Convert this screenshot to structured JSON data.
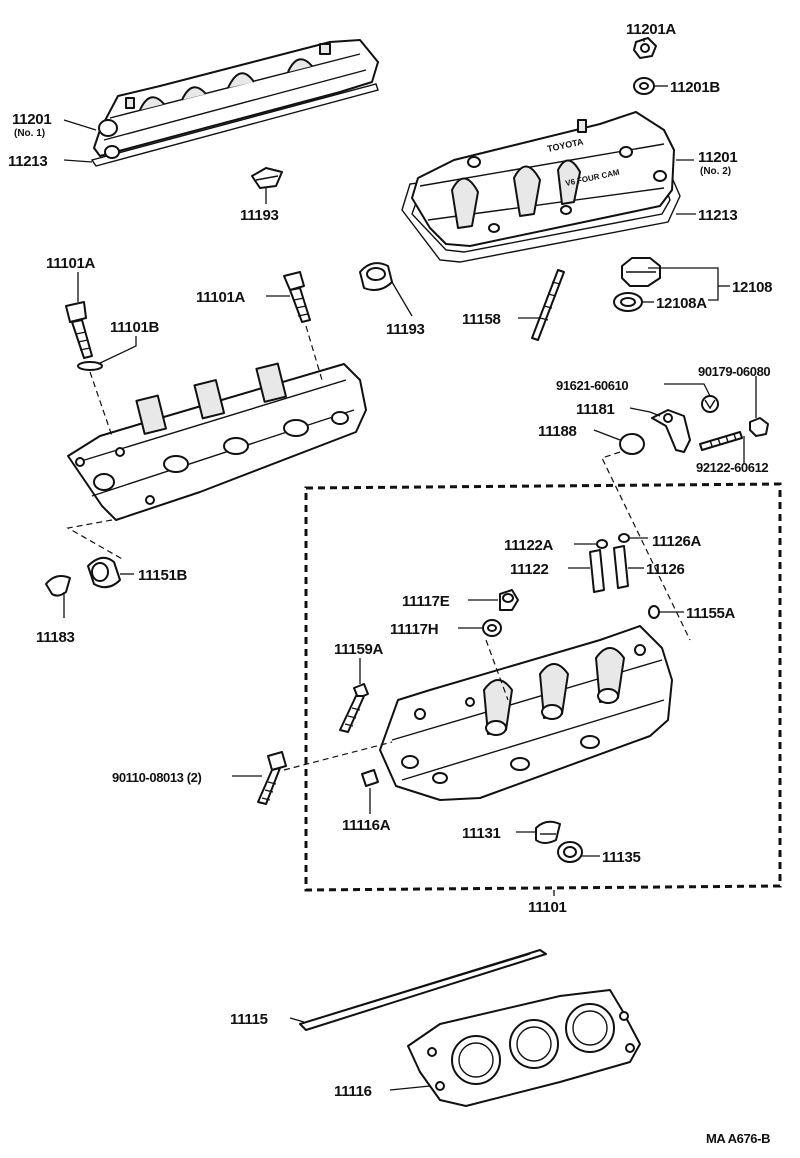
{
  "diagram": {
    "reference_code": "MA A676-B",
    "labels": {
      "p11201A": "11201A",
      "p11201B": "11201B",
      "p11201_no1": "11201",
      "p11201_no1_sub": "(No. 1)",
      "p11213_left": "11213",
      "p11193_top": "11193",
      "p11201_no2": "11201",
      "p11201_no2_sub": "(No. 2)",
      "p11213_right": "11213",
      "p12108": "12108",
      "p12108A": "12108A",
      "p11101A_left": "11101A",
      "p11101B": "11101B",
      "p11101A_mid": "11101A",
      "p11193_mid": "11193",
      "p11158": "11158",
      "p91621": "91621-60610",
      "p90179": "90179-06080",
      "p11181": "11181",
      "p11188": "11188",
      "p92122": "92122-60612",
      "p11151B": "11151B",
      "p11183": "11183",
      "p11122A": "11122A",
      "p11126A": "11126A",
      "p11122": "11122",
      "p11126": "11126",
      "p11117E": "11117E",
      "p11155A": "11155A",
      "p11117H": "11117H",
      "p11159A": "11159A",
      "p90110": "90110-08013 (2)",
      "p11116A": "11116A",
      "p11131": "11131",
      "p11135": "11135",
      "p11101": "11101",
      "p11115": "11115",
      "p11116": "11116"
    },
    "cover_text": {
      "brand": "TOYOTA",
      "engine": "V6 FOUR CAM"
    }
  }
}
